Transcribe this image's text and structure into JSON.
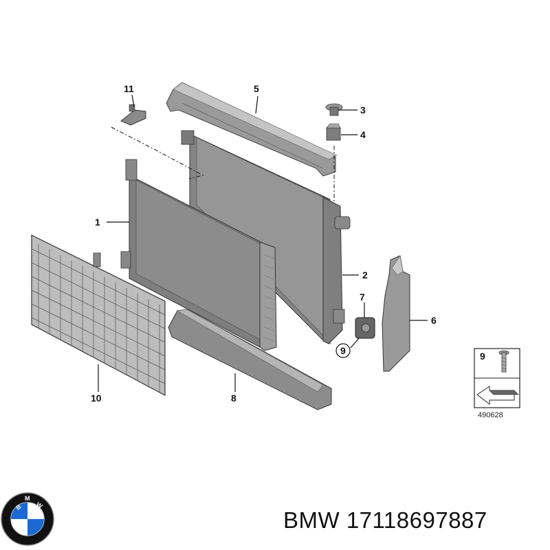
{
  "callouts": {
    "c1": "1",
    "c2": "2",
    "c3": "3",
    "c4": "4",
    "c5": "5",
    "c6": "6",
    "c7": "7",
    "c8": "8",
    "c9": "9",
    "c10": "10",
    "c11": "11"
  },
  "legend_box": {
    "item_number": "9",
    "reference_number": "490628"
  },
  "logo": {
    "text": "BMW",
    "colors": {
      "blue": "#1c69d4",
      "white": "#ffffff",
      "black": "#111111",
      "silver": "#cfcfcf"
    }
  },
  "footer": {
    "part_number_text": "BMW 17118697887"
  },
  "colors": {
    "part_gray": "#8e8e8e",
    "part_dark": "#4a4a4a",
    "part_light": "#b9b9b9",
    "line": "#111111"
  }
}
